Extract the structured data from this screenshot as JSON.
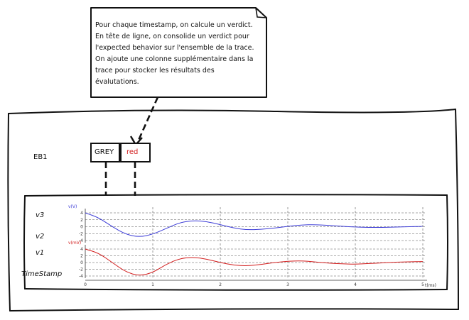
{
  "note": {
    "lines": [
      "Pour chaque timestamp, on calcule un verdict.",
      "En tête de ligne, on consolide un verdict pour",
      "l'expected behavior sur l'ensemble de la trace.",
      "On ajoute une colonne supplémentaire dans la",
      "trace pour stocker les résultats des",
      "évalutations."
    ]
  },
  "row_label": "EB1",
  "verdicts": [
    {
      "label": "GREY",
      "color": "#111111"
    },
    {
      "label": "red",
      "color": "#d21d1d"
    }
  ],
  "signal_labels": [
    "v3",
    "v2",
    "v1",
    "TimeStamp"
  ],
  "chart_data": [
    {
      "type": "line",
      "ylabel": "v(V)",
      "yticks": [
        "4",
        "2",
        "0",
        "-2",
        "-4"
      ],
      "ylim": [
        -4,
        4
      ],
      "xlim": [
        0,
        5
      ],
      "grid": true,
      "series": [
        {
          "color": "#3b3bd6",
          "x": [
            0,
            0.2,
            0.4,
            0.6,
            0.8,
            1.0,
            1.2,
            1.4,
            1.6,
            1.8,
            2.0,
            2.2,
            2.4,
            2.6,
            2.8,
            3.0,
            3.2,
            3.4,
            3.6,
            3.8,
            4.0,
            4.2,
            4.4,
            4.6,
            4.8,
            5.0
          ],
          "y": [
            4,
            2.6,
            0,
            -2.2,
            -3.0,
            -2.2,
            -0.5,
            1.2,
            1.8,
            1.5,
            0.6,
            -0.4,
            -0.9,
            -0.8,
            -0.4,
            0.1,
            0.5,
            0.6,
            0.4,
            0.1,
            -0.1,
            -0.2,
            -0.2,
            -0.1,
            0.0,
            0.1
          ]
        }
      ]
    },
    {
      "type": "line",
      "ylabel": "v(mV)",
      "yticks": [
        "4",
        "2",
        "0",
        "-2",
        "-4"
      ],
      "ylim": [
        -4,
        4
      ],
      "xlim": [
        0,
        5
      ],
      "xticks": [
        "0",
        "1",
        "2",
        "3",
        "4",
        "5"
      ],
      "xlabel": "t(ms)",
      "grid": true,
      "series": [
        {
          "color": "#d21d1d",
          "x": [
            0,
            0.2,
            0.4,
            0.6,
            0.8,
            1.0,
            1.2,
            1.4,
            1.6,
            1.8,
            2.0,
            2.2,
            2.4,
            2.6,
            2.8,
            3.0,
            3.2,
            3.4,
            3.6,
            3.8,
            4.0,
            4.2,
            4.4,
            4.6,
            4.8,
            5.0
          ],
          "y": [
            4,
            2.8,
            0,
            -2.8,
            -4.0,
            -3.0,
            -0.5,
            1.2,
            1.6,
            1.0,
            0.0,
            -0.8,
            -1.0,
            -0.6,
            0.0,
            0.4,
            0.5,
            0.2,
            -0.2,
            -0.4,
            -0.5,
            -0.3,
            -0.1,
            0.1,
            0.2,
            0.3
          ]
        }
      ]
    }
  ]
}
